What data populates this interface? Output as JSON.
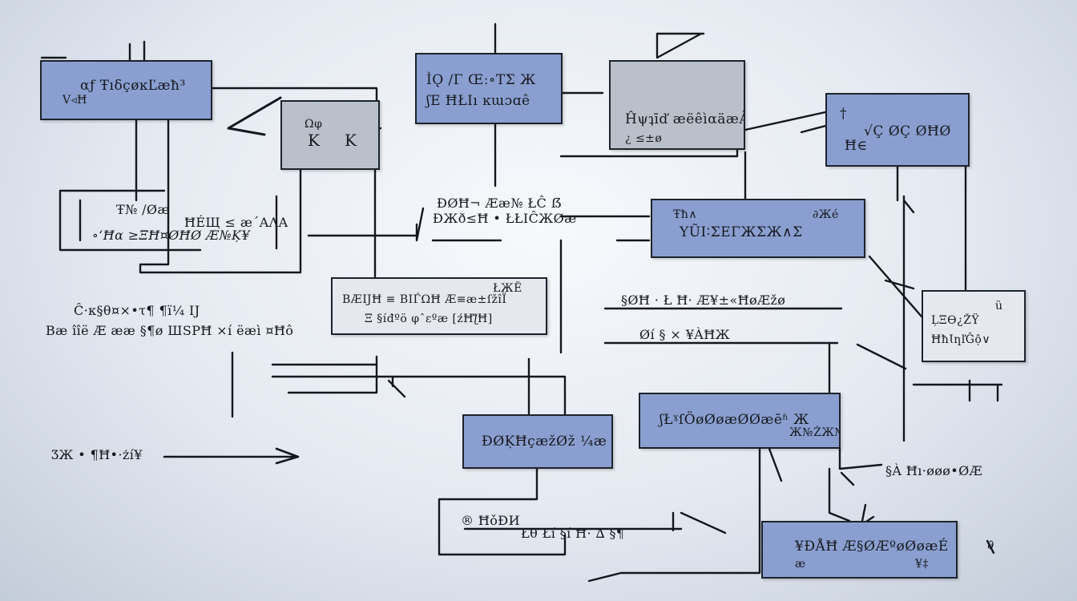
{
  "boxes": {
    "b1": {
      "l1": "αƒ ŦıẟçøĸĽæħ³",
      "l2": "V◃Ħ"
    },
    "b2": {
      "l1": "İǪ ∕Γ Œː∘ΤΣ Ж",
      "l2": "ʃΕ ĦŁІı ĸɯɔɑê"
    },
    "b3": {
      "l1": "Ĥψʇīď æёêìαäæÀ",
      "l2": "¿ ≤±ø"
    },
    "b4": {
      "l1": "†",
      "l2": "√Ç ØÇ ØĦØ",
      "l3": "Ħ∈"
    },
    "b5": {
      "l1": "Ωφ",
      "l2": "K",
      "l3": "K"
    },
    "b6": {
      "l1": "Ŧħ∧",
      "l2": "ҮŨІ∶ΣΕΓЖΣЖ∧Σ",
      "l3": "∂Жé"
    },
    "b7": {
      "l1": "ΒÆĲĦ ≡ ВΙЃΩĦ Æ≡æ±ſžîЇ",
      "l2": "Ξ §íđºö φˆεºæ [źĦƪĦ]",
      "l3": "ŁЖĔ"
    },
    "b8": {
      "l1": "ĻΞƟ¿ŽŸ",
      "l2": "ĦħƖƞľĜộ∨",
      "l3": "ü"
    },
    "b9": {
      "l1": "ÐØĶĦçæžØž ¼æ"
    },
    "b10": {
      "l1": "ʃŁˠſÖøØøæØØæēʱ Ж",
      "l2": "Ж№ŻЖ№"
    },
    "b11": {
      "l1": "¥ÐÅĦ Æ§ØÆºøØøæÉ",
      "l2": "æ",
      "l3": "¥‡"
    }
  },
  "labels": {
    "a1": "Ŧ№ ∕Øæ",
    "a2": "ĦÉЩ ≤ æ´ΑΛΑ",
    "a3": "∘‘Ħα ≥ΞĦ¤ØĦØ Æ№Ķ¥",
    "b1": "Ĉ·κ§θ¤×•τ¶ ¶ï¼ ΙЈ",
    "b2": "Βæ îîë Æ ææ §¶ø ШЅРĦ ×í ëæì ¤Ħô",
    "c1": "ĐØĦ¬ Ææ№ ŁĈ ẞ",
    "c2": "ĐЖð≤Ħ • ŁŁІĈЖØæ",
    "d1": "§ØĦ · Ł Ħ· Æ¥±«ĦøÆžø",
    "d2": "Øí § × ¥ÀĦЖ",
    "e1": "ƷЖ • ¶Ħ•·żí¥­",
    "f1": "§À Ħı·øøø•ØÆ",
    "g1": "® ĦǒĐИ",
    "g2": "Łθ Łí §í Ħ· ∆ §¶",
    "h1": "∂"
  }
}
